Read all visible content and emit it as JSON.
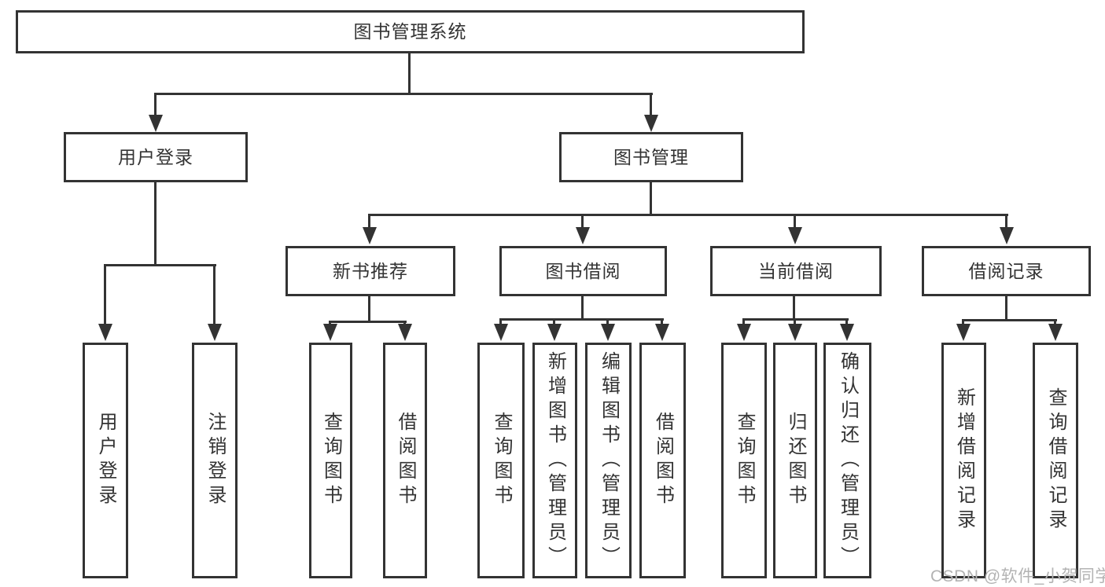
{
  "root": "图书管理系统",
  "branches": [
    {
      "label": "用户登录",
      "children": [
        "用户登录",
        "注销登录"
      ]
    },
    {
      "label": "图书管理",
      "sections": [
        {
          "label": "新书推荐",
          "children": [
            "查询图书",
            "借阅图书"
          ]
        },
        {
          "label": "图书借阅",
          "children": [
            "查询图书",
            "新增图书（管理员）",
            "编辑图书（管理员）",
            "借阅图书"
          ]
        },
        {
          "label": "当前借阅",
          "children": [
            "查询图书",
            "归还图书",
            "确认归还（管理员）"
          ]
        },
        {
          "label": "借阅记录",
          "children": [
            "新增借阅记录",
            "查询借阅记录"
          ]
        }
      ]
    }
  ],
  "watermark": "CSDN @软件_小贺同学",
  "colors": {
    "line": "#333333",
    "text": "#333333",
    "background": "#ffffff",
    "watermark": "#b3b3b3"
  }
}
